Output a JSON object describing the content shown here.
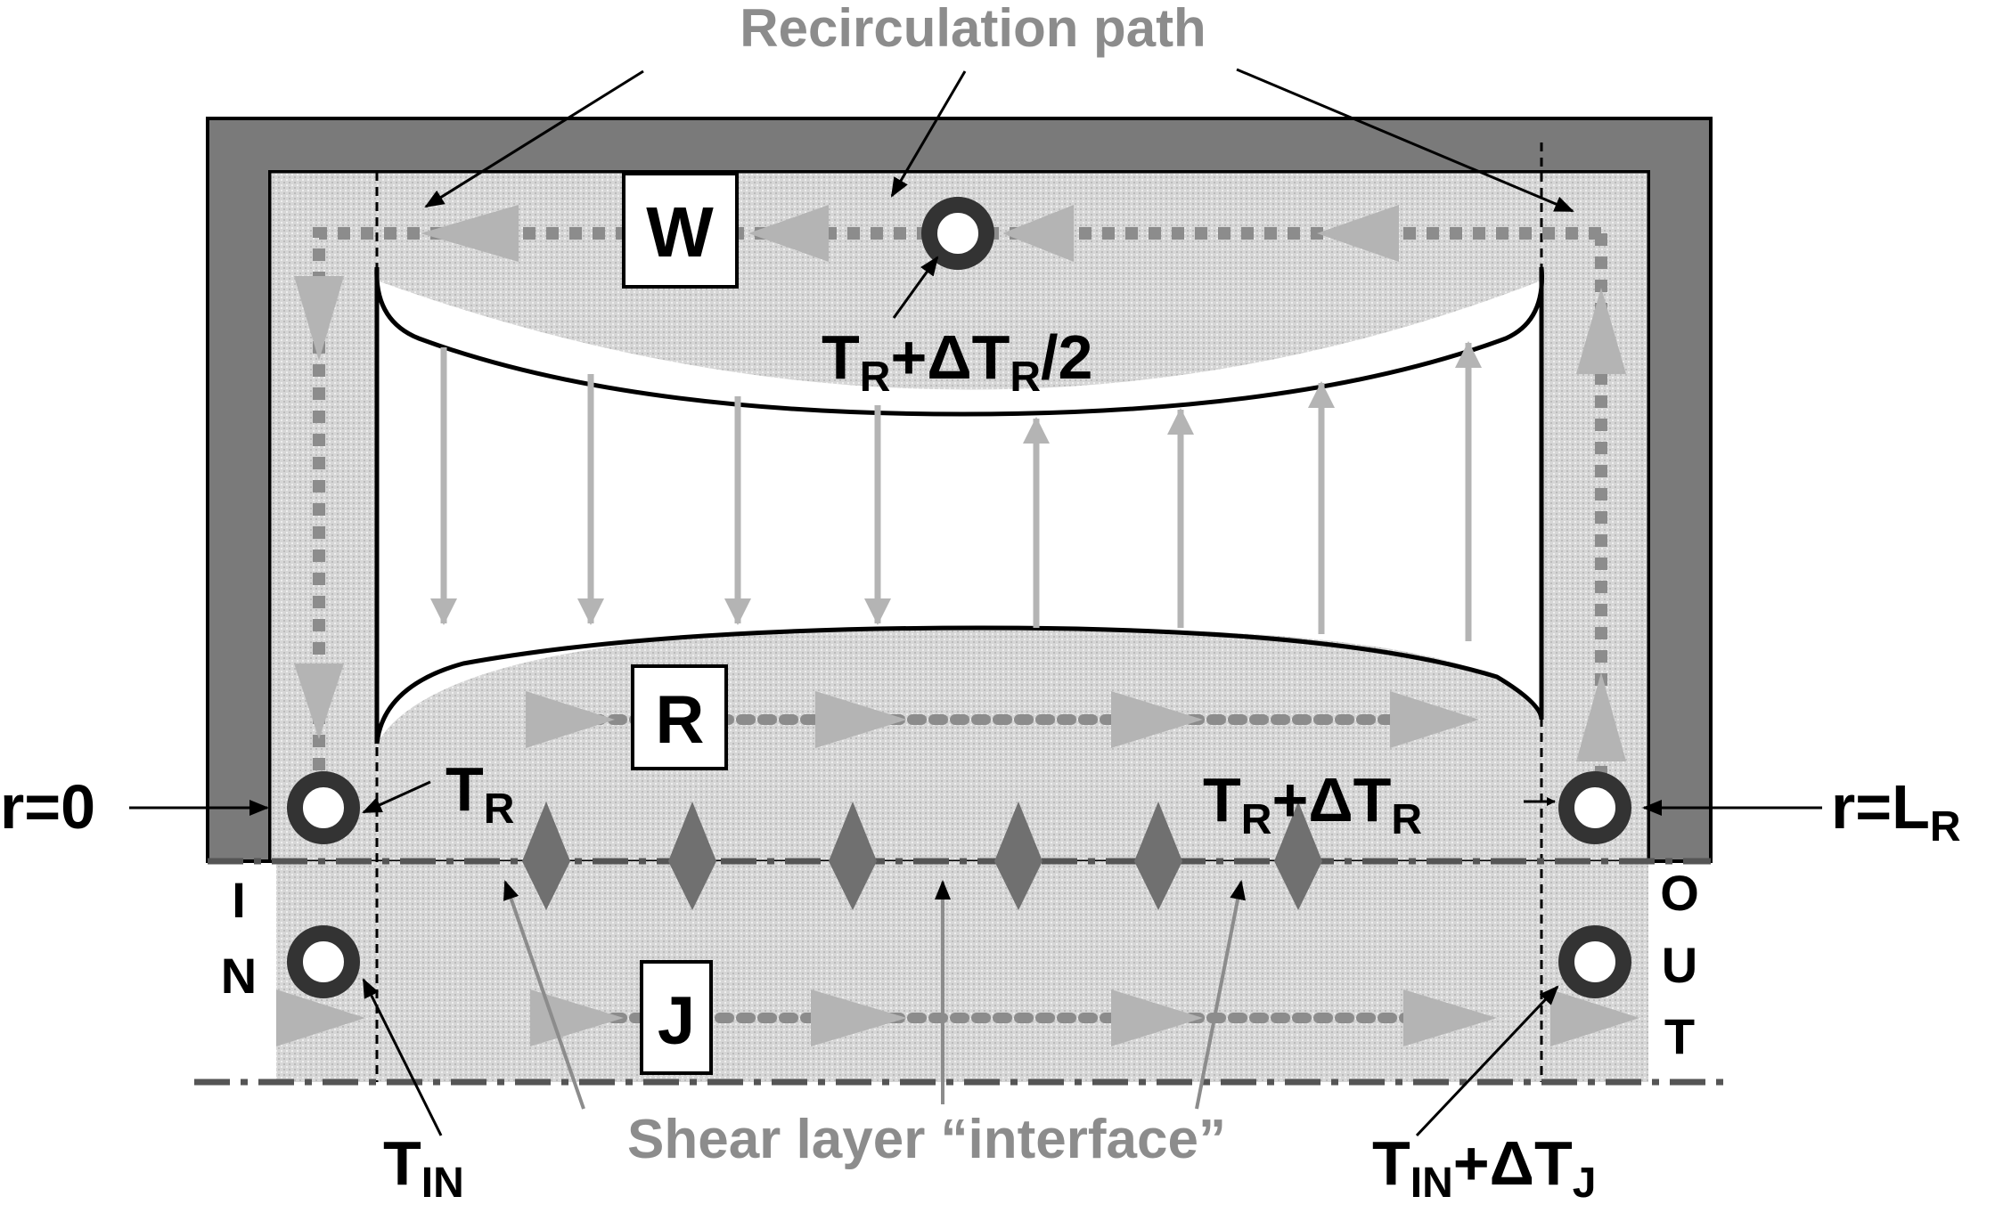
{
  "title": "Recirculation path",
  "bottom_label": "Shear layer “interface”",
  "boxes": {
    "w": "W",
    "r": "R",
    "j": "J"
  },
  "labels": {
    "r_zero": "r=0",
    "r_end_main": "r=L",
    "r_end_sub": "R",
    "t_r_main": "T",
    "t_r_sub": "R",
    "t_mid": "T",
    "t_mid_sub": "R",
    "t_mid_rest": "+ΔT",
    "t_mid_sub2": "R",
    "t_mid_tail": "/2",
    "t_rd": "T",
    "t_rd_sub": "R",
    "t_rd_rest": "+ΔT",
    "t_rd_sub2": "R",
    "t_in": "T",
    "t_in_sub": "IN",
    "t_out": "T",
    "t_out_sub": "IN",
    "t_out_rest": "+ΔT",
    "t_out_sub2": "J"
  },
  "inlet_letters": [
    "I",
    "N"
  ],
  "outlet_letters": [
    "O",
    "U",
    "T"
  ],
  "colors": {
    "wall": "#7a7a7a",
    "fill": "#d9d9d9",
    "arrow": "#bdbdbd",
    "dark": "#666666",
    "ink": "#000000",
    "title_gray": "#8c8c8c"
  }
}
